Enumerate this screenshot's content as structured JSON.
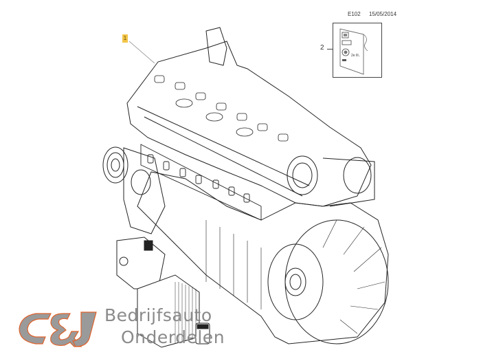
{
  "header": {
    "diagram_code": "E102",
    "date": "15/05/2014"
  },
  "callouts": [
    {
      "number": "1",
      "highlighted": true,
      "highlight_color": "#f3c64a"
    },
    {
      "number": "2",
      "highlighted": false
    }
  ],
  "inset": {
    "label_text": "2e Ill.."
  },
  "watermark": {
    "logo_text": "C&J",
    "line1": "Bedrijfsauto",
    "line2": "Onderdelen",
    "logo_color": "#9a9a9a",
    "accent_color": "#e0622a"
  }
}
